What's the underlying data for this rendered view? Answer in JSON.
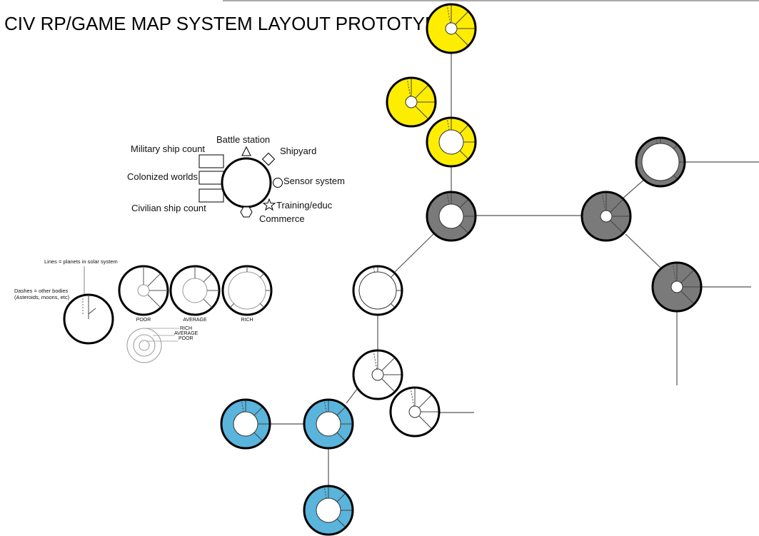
{
  "title": "CIV RP/GAME MAP SYSTEM LAYOUT PROTOTYPE",
  "legend": {
    "military": "Military ship count",
    "colonized": "Colonized worlds",
    "civilian": "Civilian ship count",
    "battle_station": "Battle station",
    "shipyard": "Shipyard",
    "sensor": "Sensor system",
    "training": "Training/educ",
    "commerce": "Commerce",
    "lines_note": "Lines = planets in solar system",
    "dashes_note_1": "Dashes = other bodies",
    "dashes_note_2": "(Asteroids, moons, etc)",
    "poor": "POOR",
    "average": "AVERAGE",
    "rich": "RICH",
    "ring_rich": "RICH",
    "ring_average": "AVERAGE",
    "ring_poor": "POOR"
  },
  "colors": {
    "yellow_faction": "#FFED00",
    "gray_faction": "#7A7A7A",
    "blue_faction": "#5AB4DC",
    "neutral": "#FFFFFF",
    "outline": "#000000"
  },
  "system_fill_levels": [
    "poor",
    "average",
    "rich"
  ]
}
